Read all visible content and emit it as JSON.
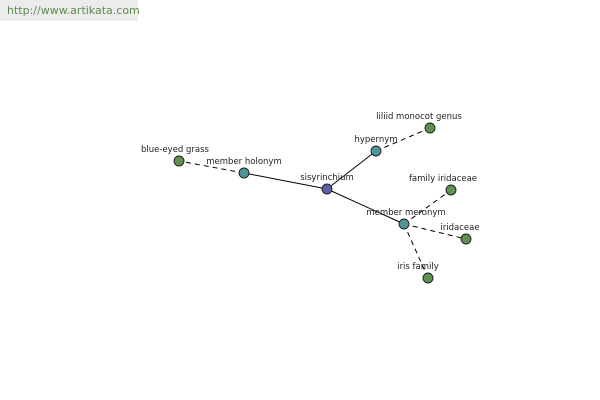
{
  "watermark": {
    "text": "http://www.artikata.com"
  },
  "colors": {
    "edge": "#000000",
    "center_node": "#5a5fa5",
    "relation_node": "#4f9497",
    "term_node": "#5f9150",
    "node_stroke": "#1c1c1c"
  },
  "diagram": {
    "nodes": [
      {
        "id": "center",
        "label": "sisyrinchium",
        "kind": "center"
      },
      {
        "id": "member-holonym",
        "label": "member holonym",
        "kind": "relation"
      },
      {
        "id": "hypernym",
        "label": "hypernym",
        "kind": "relation"
      },
      {
        "id": "member-meronym",
        "label": "member meronym",
        "kind": "relation"
      },
      {
        "id": "blue-eyed-grass",
        "label": "blue-eyed grass",
        "kind": "term"
      },
      {
        "id": "liliid-monocot-genus",
        "label": "liliid monocot genus",
        "kind": "term"
      },
      {
        "id": "family-iridaceae",
        "label": "family iridaceae",
        "kind": "term"
      },
      {
        "id": "iridaceae",
        "label": "iridaceae",
        "kind": "term"
      },
      {
        "id": "iris-family",
        "label": "iris family",
        "kind": "term"
      }
    ],
    "edges": [
      {
        "from": "center",
        "to": "member-holonym",
        "style": "solid"
      },
      {
        "from": "center",
        "to": "hypernym",
        "style": "solid"
      },
      {
        "from": "center",
        "to": "member-meronym",
        "style": "solid"
      },
      {
        "from": "member-holonym",
        "to": "blue-eyed-grass",
        "style": "dashed"
      },
      {
        "from": "hypernym",
        "to": "liliid-monocot-genus",
        "style": "dashed"
      },
      {
        "from": "member-meronym",
        "to": "family-iridaceae",
        "style": "dashed"
      },
      {
        "from": "member-meronym",
        "to": "iridaceae",
        "style": "dashed"
      },
      {
        "from": "member-meronym",
        "to": "iris-family",
        "style": "dashed"
      }
    ]
  }
}
